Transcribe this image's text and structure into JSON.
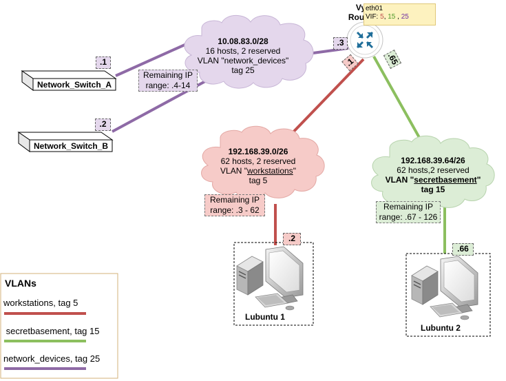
{
  "router": {
    "name_line1": "Vyos",
    "name_line2": "Router A",
    "popup": {
      "iface": "eth01",
      "vif_label": "VIF:",
      "vif_5": "5",
      "vif_15": "15",
      "vif_25": "25",
      "sep": ","
    }
  },
  "switches": [
    {
      "name": "Network_Switch_A",
      "port": ".1"
    },
    {
      "name": "Network_Switch_B",
      "port": ".2"
    }
  ],
  "clouds": {
    "network_devices": {
      "subnet": "10.08.83.0/28",
      "hosts": "16 hosts, 2 reserved",
      "vlan_prefix": "VLAN \"",
      "vlan_name": "network_devices",
      "vlan_suffix": "\"",
      "tag": "tag 25",
      "router_port": ".3",
      "remaining_l1": "Remaining IP",
      "remaining_l2": "range: .4-14"
    },
    "workstations": {
      "subnet": "192.168.39.0/26",
      "hosts": "62 hosts, 2 reserved",
      "vlan_prefix": "VLAN \"",
      "vlan_name": "workstations",
      "vlan_suffix": "\"",
      "tag": "tag 5",
      "router_port": ".1",
      "remaining_l1": "Remaining IP",
      "remaining_l2": "range: .3 - 62"
    },
    "secretbasement": {
      "subnet": "192.168.39.64/26",
      "hosts": "62 hosts,2 reserved",
      "vlan_prefix": "VLAN \"",
      "vlan_name": "secretbasement",
      "vlan_suffix": "\"",
      "tag": "tag 15",
      "router_port": ".65",
      "remaining_l1": "Remaining IP",
      "remaining_l2": "range: .67 - 126"
    }
  },
  "hosts": [
    {
      "name": "Lubuntu 1",
      "port": ".2"
    },
    {
      "name": "Lubuntu 2",
      "port": ".66"
    }
  ],
  "legend": {
    "title": "VLANs",
    "items": [
      {
        "label": "workstations, tag 5",
        "color": "#c0504d"
      },
      {
        "label": " secretbasement, tag 15",
        "color": "#8cbf5f"
      },
      {
        "label": "network_devices, tag 25",
        "color": "#8e6aa6"
      }
    ]
  },
  "colors": {
    "workstations": "#c0504d",
    "secretbasement": "#8cbf5f",
    "network_devices": "#8e6aa6",
    "cloud_purple": "#e4d7ec",
    "cloud_red": "#f6cbc8",
    "cloud_green": "#dcedd6",
    "router": "#1f6e9a",
    "popup_bg": "#fdf2bf"
  },
  "icons": {
    "router": "router-icon",
    "switch": "switch-icon",
    "computer": "computer-icon"
  }
}
